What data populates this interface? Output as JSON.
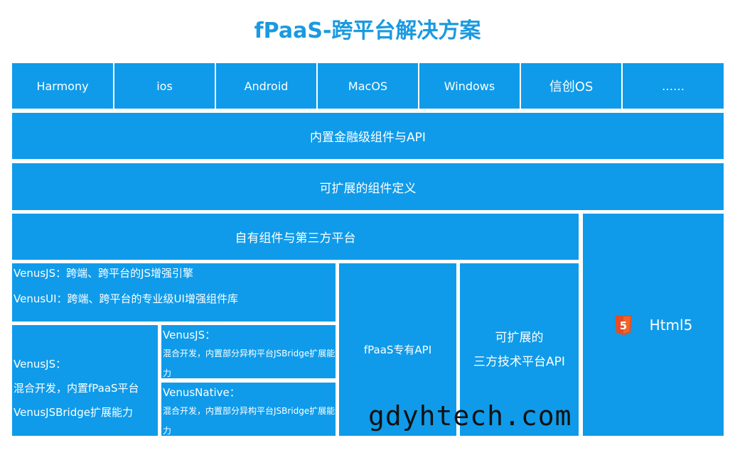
{
  "title": "fPaaS-跨平台解决方案",
  "os_row": [
    "Harmony",
    "ios",
    "Android",
    "MacOS",
    "Windows",
    "信创OS",
    "……"
  ],
  "rows": {
    "financial": "内置金融级组件与API",
    "extensible": "可扩展的组件定义",
    "own_components": "自有组件与第三方平台"
  },
  "venus_block": {
    "line1": "VenusJS：跨端、跨平台的JS增强引擎",
    "line2": "VenusUI：跨端、跨平台的专业级UI增强组件库"
  },
  "hybrid_block": {
    "title": "VenusJS：",
    "line1": "混合开发，内置fPaaS平台",
    "line2": "VenusJSBridge扩展能力"
  },
  "venusjs_sub": {
    "title": "VenusJS：",
    "desc": "混合开发，内置部分异构平台JSBridge扩展能力"
  },
  "venusnative_sub": {
    "title": "VenusNative：",
    "desc": "混合开发，内置部分异构平台JSBridge扩展能力"
  },
  "fpaas_api": "fPaaS专有API",
  "third_party_api": {
    "line1": "可扩展的",
    "line2": "三方技术平台API"
  },
  "html5": {
    "label": "Html5",
    "icon_digit": "5"
  },
  "watermark": "gdyhtech.com",
  "colors": {
    "accent": "#0f9bea",
    "title": "#1a9ae0",
    "html5_icon": "#e44d26"
  }
}
